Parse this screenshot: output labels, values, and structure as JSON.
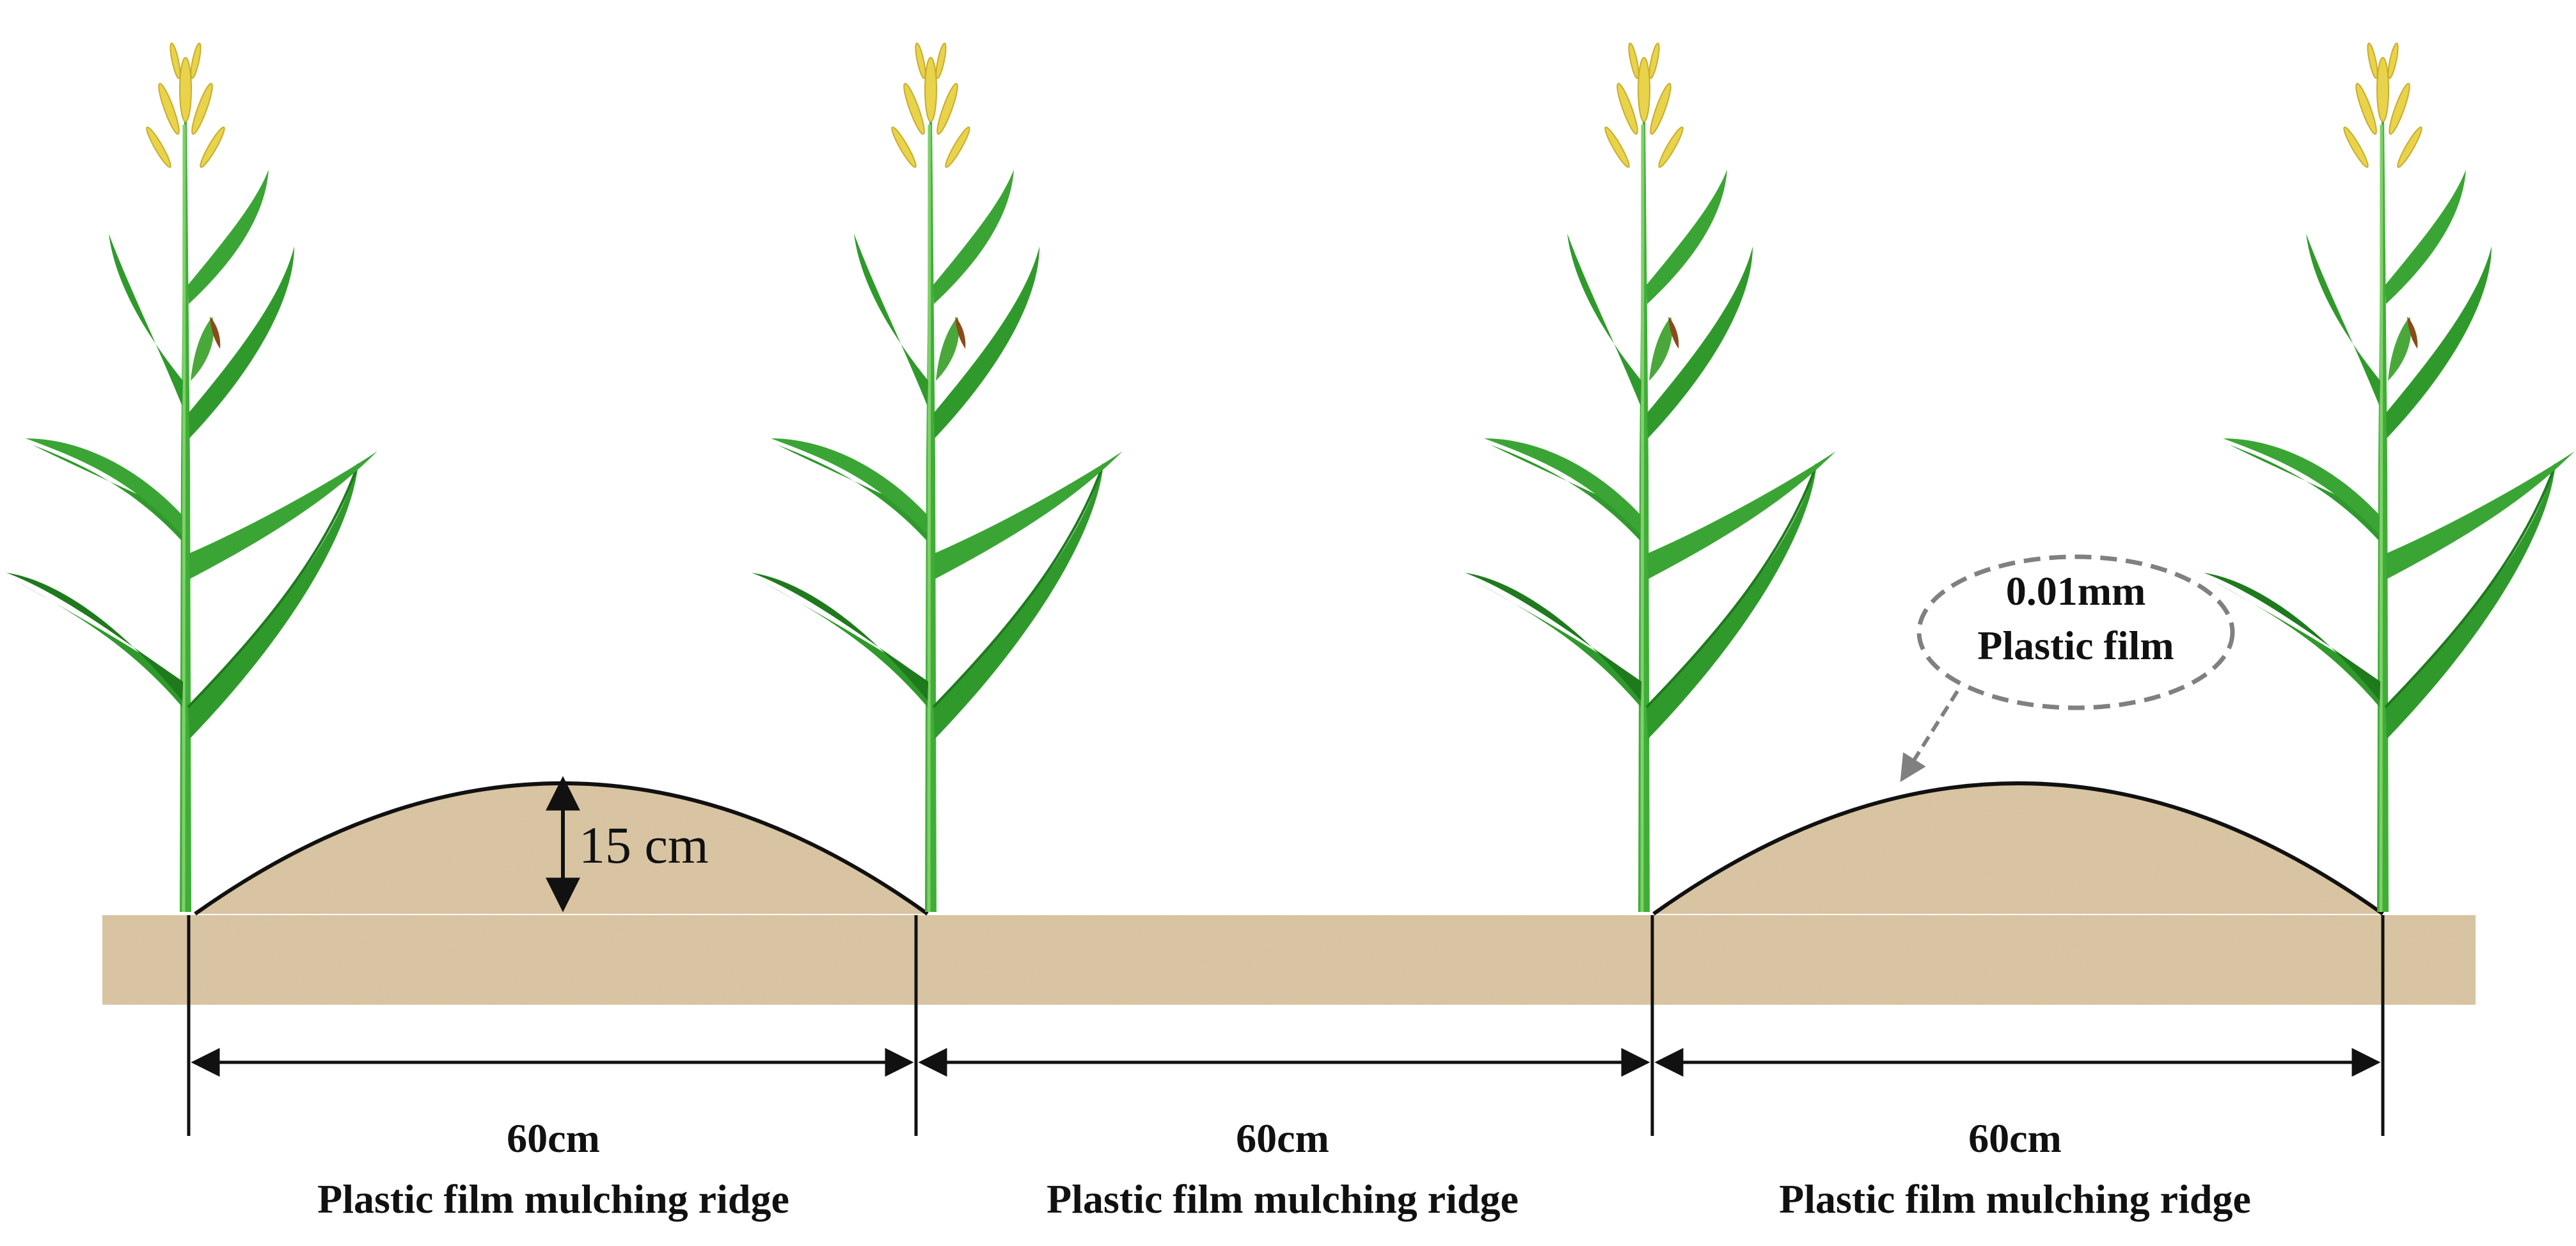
{
  "ridge_height": {
    "label": "15 cm"
  },
  "film_callout": {
    "line1": "0.01mm",
    "line2": "Plastic film"
  },
  "segments": [
    {
      "width": "60cm",
      "name": "Plastic film mulching ridge"
    },
    {
      "width": "60cm",
      "name": "Plastic film mulching ridge"
    },
    {
      "width": "60cm",
      "name": "Plastic film mulching ridge"
    }
  ],
  "colors": {
    "soil": "#dcc7a4",
    "leaf": "#2f9a2b",
    "leaf_dark": "#1e7a1d",
    "tassel": "#e8d34a",
    "ear_silk": "#8a4a1a",
    "line": "#111111",
    "callout_border": "#808080"
  }
}
